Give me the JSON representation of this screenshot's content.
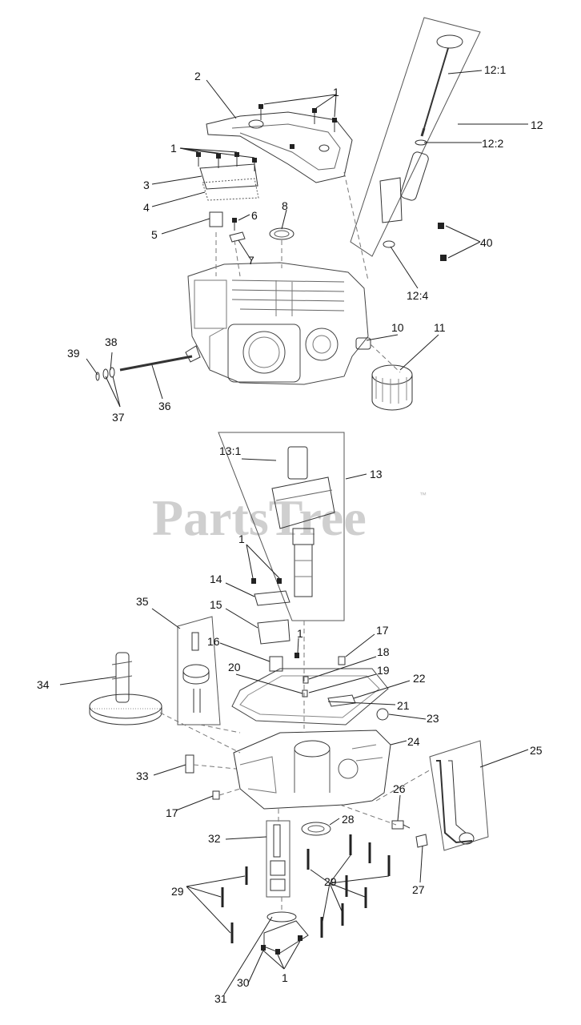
{
  "watermark": {
    "text": "PartsTree",
    "trademark": "™"
  },
  "callouts": [
    {
      "id": "c1a",
      "text": "1"
    },
    {
      "id": "c1b",
      "text": "1"
    },
    {
      "id": "c2",
      "text": "2"
    },
    {
      "id": "c3",
      "text": "3"
    },
    {
      "id": "c4",
      "text": "4"
    },
    {
      "id": "c5",
      "text": "5"
    },
    {
      "id": "c6",
      "text": "6"
    },
    {
      "id": "c7",
      "text": "7"
    },
    {
      "id": "c8",
      "text": "8"
    },
    {
      "id": "c10",
      "text": "10"
    },
    {
      "id": "c11",
      "text": "11"
    },
    {
      "id": "c12_1",
      "text": "12:1"
    },
    {
      "id": "c12",
      "text": "12"
    },
    {
      "id": "c12_2",
      "text": "12:2"
    },
    {
      "id": "c12_4",
      "text": "12:4"
    },
    {
      "id": "c40",
      "text": "40"
    },
    {
      "id": "c36",
      "text": "36"
    },
    {
      "id": "c37",
      "text": "37"
    },
    {
      "id": "c38",
      "text": "38"
    },
    {
      "id": "c39",
      "text": "39"
    },
    {
      "id": "c13_1",
      "text": "13:1"
    },
    {
      "id": "c13",
      "text": "13"
    },
    {
      "id": "c1c",
      "text": "1"
    },
    {
      "id": "c14",
      "text": "14"
    },
    {
      "id": "c15",
      "text": "15"
    },
    {
      "id": "c35",
      "text": "35"
    },
    {
      "id": "c16",
      "text": "16"
    },
    {
      "id": "c1d",
      "text": "1"
    },
    {
      "id": "c17a",
      "text": "17"
    },
    {
      "id": "c18",
      "text": "18"
    },
    {
      "id": "c19",
      "text": "19"
    },
    {
      "id": "c20",
      "text": "20"
    },
    {
      "id": "c22",
      "text": "22"
    },
    {
      "id": "c21",
      "text": "21"
    },
    {
      "id": "c23",
      "text": "23"
    },
    {
      "id": "c34",
      "text": "34"
    },
    {
      "id": "c24",
      "text": "24"
    },
    {
      "id": "c25",
      "text": "25"
    },
    {
      "id": "c33",
      "text": "33"
    },
    {
      "id": "c17b",
      "text": "17"
    },
    {
      "id": "c26",
      "text": "26"
    },
    {
      "id": "c28",
      "text": "28"
    },
    {
      "id": "c32",
      "text": "32"
    },
    {
      "id": "c27",
      "text": "27"
    },
    {
      "id": "c29a",
      "text": "29"
    },
    {
      "id": "c29b",
      "text": "29"
    },
    {
      "id": "c30",
      "text": "30"
    },
    {
      "id": "c31",
      "text": "31"
    },
    {
      "id": "c1e",
      "text": "1"
    }
  ]
}
